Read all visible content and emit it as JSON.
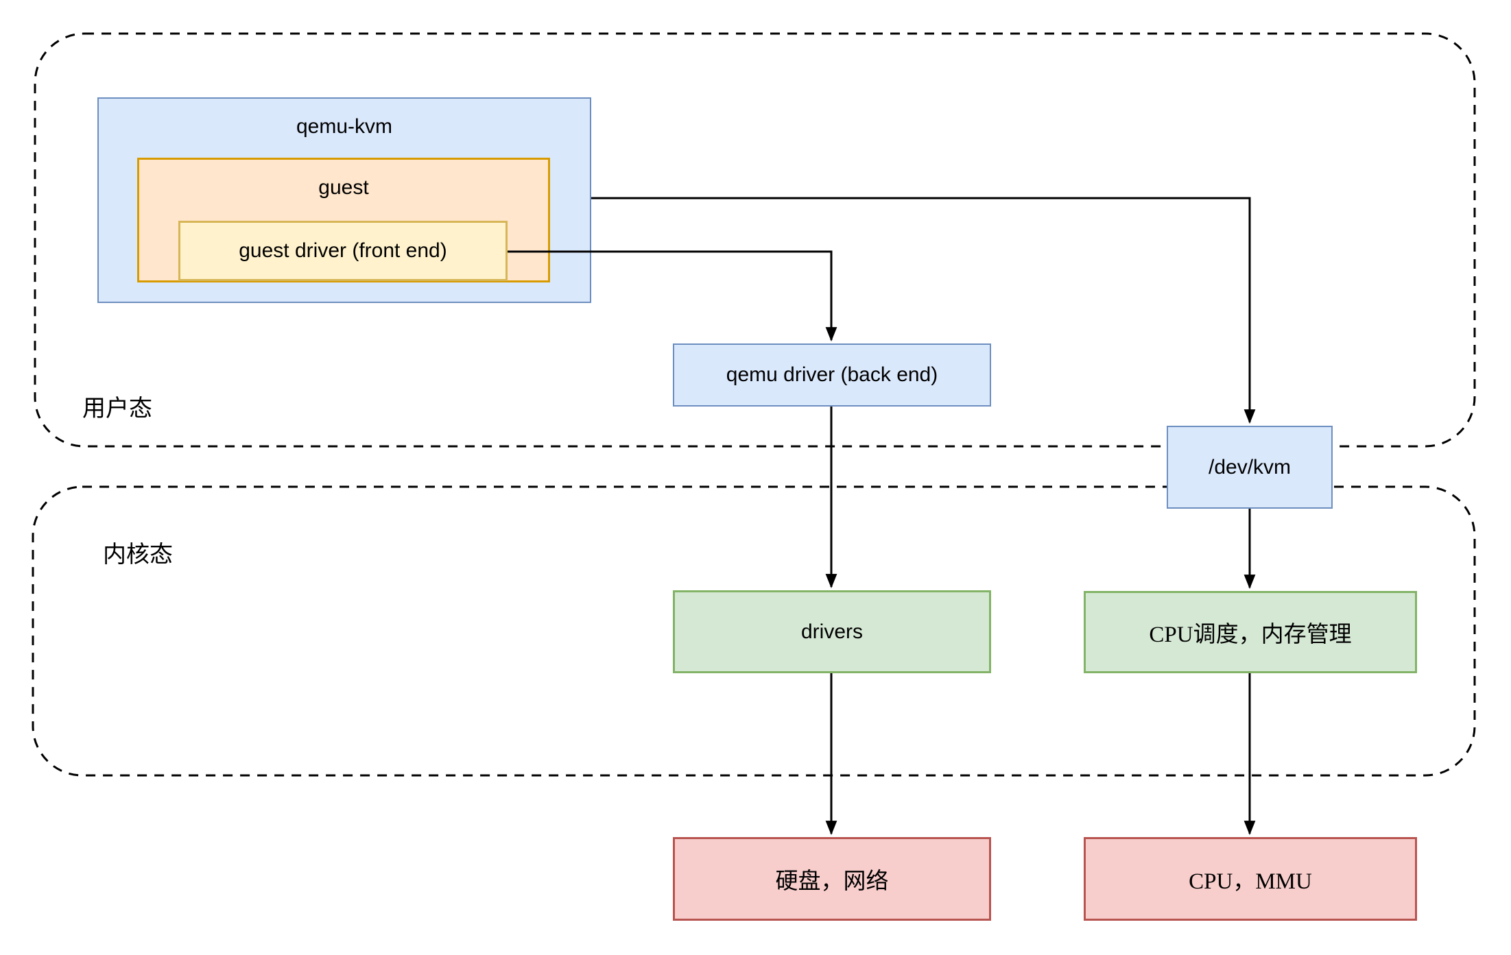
{
  "regions": {
    "user_mode": {
      "label": "用户态"
    },
    "kernel_mode": {
      "label": "内核态"
    }
  },
  "nodes": {
    "qemu_kvm": {
      "label": "qemu-kvm",
      "fill": "#dae8fc",
      "stroke": "#6c8ebf"
    },
    "guest": {
      "label": "guest",
      "fill": "#ffe6cc",
      "stroke": "#d79b00"
    },
    "guest_driver": {
      "label": "guest driver (front end)",
      "fill": "#fff2cc",
      "stroke": "#d6b656"
    },
    "qemu_driver": {
      "label": "qemu driver (back end)",
      "fill": "#dae8fc",
      "stroke": "#6c8ebf"
    },
    "dev_kvm": {
      "label": "/dev/kvm",
      "fill": "#dae8fc",
      "stroke": "#6c8ebf"
    },
    "drivers": {
      "label": "drivers",
      "fill": "#d5e8d4",
      "stroke": "#82b366"
    },
    "cpu_sched": {
      "label": "CPU调度，内存管理",
      "fill": "#d5e8d4",
      "stroke": "#82b366"
    },
    "disk_net": {
      "label": "硬盘，网络",
      "fill": "#f8cecc",
      "stroke": "#b85450"
    },
    "cpu_mmu": {
      "label": "CPU，MMU",
      "fill": "#f8cecc",
      "stroke": "#b85450"
    }
  },
  "edges": [
    {
      "from": "qemu-kvm",
      "to": "/dev/kvm"
    },
    {
      "from": "guest driver (front end)",
      "to": "qemu driver (back end)"
    },
    {
      "from": "qemu driver (back end)",
      "to": "drivers"
    },
    {
      "from": "drivers",
      "to": "硬盘，网络"
    },
    {
      "from": "/dev/kvm",
      "to": "CPU调度，内存管理"
    },
    {
      "from": "CPU调度，内存管理",
      "to": "CPU，MMU"
    }
  ],
  "style": {
    "arrow_color": "#000000",
    "region_border_color": "#000000",
    "background": "#ffffff"
  }
}
